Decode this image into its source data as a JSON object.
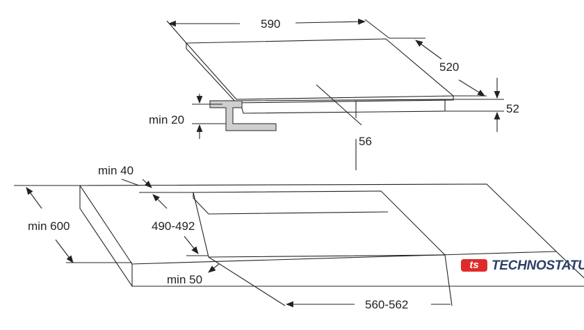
{
  "dimensions": {
    "width": "590",
    "depth": "520",
    "height": "52",
    "depth_below": "56",
    "min_clearance": "min 20",
    "min_back": "min 40",
    "min_counter_depth": "min 600",
    "cutout_depth": "490-492",
    "min_front": "min 50",
    "cutout_width": "560-562"
  },
  "logo": {
    "mark": "ts",
    "text": "TECHNOSTATUS",
    "mark_color": "#e02a2a",
    "text_color": "#2b3f66"
  }
}
